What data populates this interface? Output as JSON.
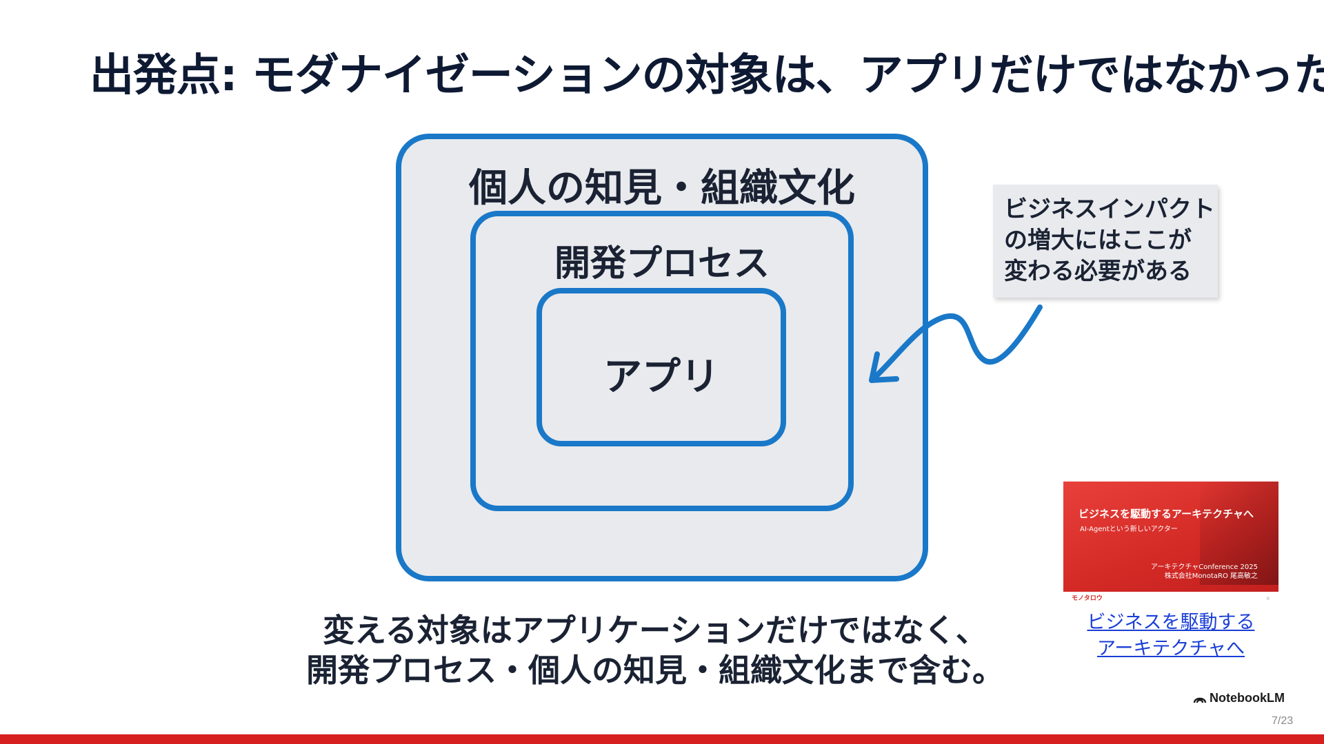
{
  "slide": {
    "title": "出発点: モダナイゼーションの対象は、アプリだけではなかった",
    "diagram": {
      "outer_label": "個人の知見・組織文化",
      "middle_label": "開発プロセス",
      "inner_label": "アプリ",
      "border_color": "#1a78c8",
      "fill_color": "#e8eaed"
    },
    "callout": {
      "lines": [
        "ビジネスインパクト",
        "の増大にはここが",
        "変わる必要がある"
      ]
    },
    "caption": {
      "line1": "変える対象はアプリケーションだけではなく、",
      "line2": "開発プロセス・個人の知見・組織文化まで含む。"
    }
  },
  "linked_thumbnail": {
    "title": "ビジネスを駆動するアーキテクチャへ",
    "subtitle": "AI-Agentという新しいアクター",
    "conference": "アーキテクチャConference 2025",
    "presenter": "株式会社MonotaRO 尾高敏之",
    "logo_text": "モノタロウ",
    "link_line1": "ビジネスを駆動する",
    "link_line2": "アーキテクチャへ"
  },
  "branding": {
    "name": "NotebookLM",
    "icon": "notebooklm-icon"
  },
  "page_number": "7/23",
  "colors": {
    "accent_red": "#d61f1f",
    "diagram_blue": "#1a78c8",
    "link_blue": "#1a3ed6"
  }
}
